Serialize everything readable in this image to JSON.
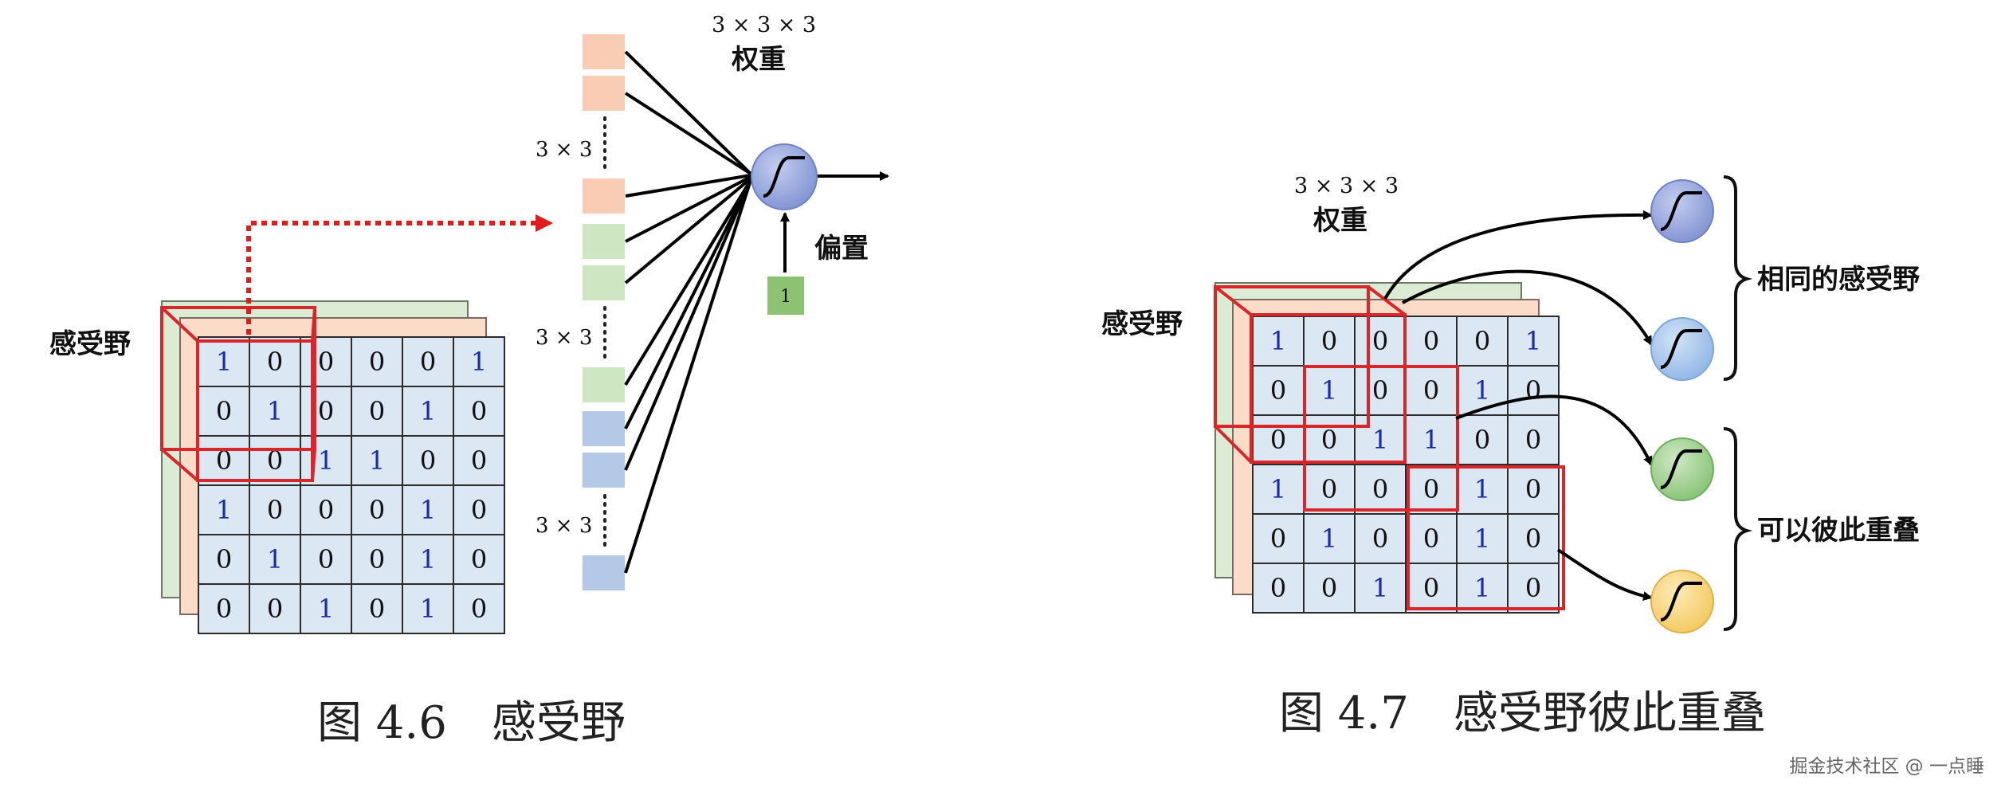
{
  "figure_left": {
    "caption": "图 4.6　感受野",
    "receptive_field_label": "感受野",
    "weights_dim": "3 × 3 × 3",
    "weights_label": "权重",
    "bias_label": "偏置",
    "bias_value": "1",
    "group_labels": [
      "3 × 3",
      "3 × 3",
      "3 × 3"
    ],
    "colors": {
      "orange": "#f8cdb4",
      "green": "#cfe6c3",
      "blue": "#b4c8e8",
      "cell": "#dce7f4",
      "highlight": "#d9262b"
    }
  },
  "figure_right": {
    "caption": "图 4.7　感受野彼此重叠",
    "receptive_field_label": "感受野",
    "weights_dim": "3 × 3 × 3",
    "weights_label": "权重",
    "brace_labels": [
      "相同的感受野",
      "可以彼此重叠"
    ],
    "neuron_colors": [
      "#8e9fd9",
      "#9fc1ea",
      "#9ccf8c",
      "#f7d57c"
    ]
  },
  "grid_values": [
    [
      "1",
      "0",
      "0",
      "0",
      "0",
      "1"
    ],
    [
      "0",
      "1",
      "0",
      "0",
      "1",
      "0"
    ],
    [
      "0",
      "0",
      "1",
      "1",
      "0",
      "0"
    ],
    [
      "1",
      "0",
      "0",
      "0",
      "1",
      "0"
    ],
    [
      "0",
      "1",
      "0",
      "0",
      "1",
      "0"
    ],
    [
      "0",
      "0",
      "1",
      "0",
      "1",
      "0"
    ]
  ],
  "watermark": "掘金技术社区 @ 一点睡"
}
